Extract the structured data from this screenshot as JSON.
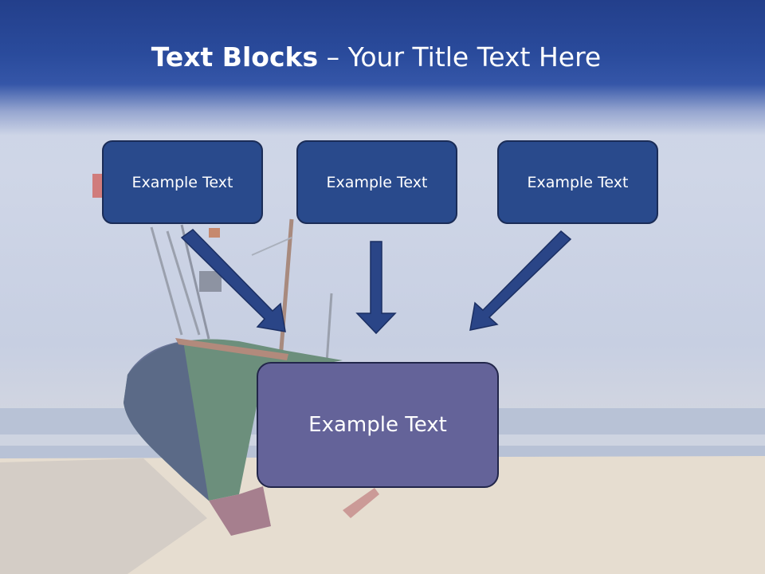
{
  "slide": {
    "title_bold": "Text Blocks",
    "title_sep": " – ",
    "title_rest": "Your Title Text Here",
    "top_boxes": [
      "Example Text",
      "Example Text",
      "Example Text"
    ],
    "bottom_box": "Example Text"
  },
  "colors": {
    "title_band": "#2a4b9c",
    "box_fill": "#294a8c",
    "box_border": "#1a2c57",
    "bottom_box_fill": "#646399",
    "arrow": "#2a4587"
  }
}
